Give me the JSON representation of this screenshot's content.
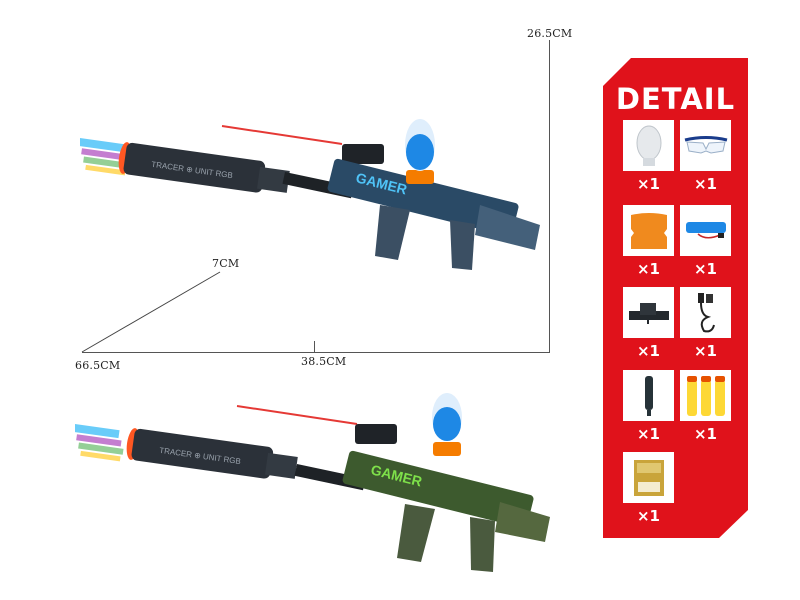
{
  "dimensions": {
    "height": "26.5CM",
    "depth": "7CM",
    "length_total": "66.5CM",
    "length_body": "38.5CM"
  },
  "products": [
    {
      "variant": "blue",
      "accent": "#3aa7d8",
      "graffiti_text": "GAMER",
      "silencer_text": "TRACER UNIT RGB"
    },
    {
      "variant": "green",
      "accent": "#6fd63a",
      "graffiti_text": "GAMER",
      "silencer_text": "TRACER UNIT RGB"
    }
  ],
  "detail_panel": {
    "title": "DETAIL",
    "color": "#e0121b",
    "items": [
      {
        "name": "gel ball bottle",
        "icon": "gel-bottle-icon",
        "qty": "×1"
      },
      {
        "name": "safety goggles",
        "icon": "goggles-icon",
        "qty": "×1"
      },
      {
        "name": "ammo hopper",
        "icon": "hopper-icon",
        "qty": "×1"
      },
      {
        "name": "battery pack",
        "icon": "battery-icon",
        "qty": "×1"
      },
      {
        "name": "laser sight",
        "icon": "laser-sight-icon",
        "qty": "×1"
      },
      {
        "name": "USB charging cable",
        "icon": "usb-cable-icon",
        "qty": "×1"
      },
      {
        "name": "cleaning rod",
        "icon": "rod-icon",
        "qty": "×1"
      },
      {
        "name": "foam darts",
        "icon": "darts-icon",
        "qty": "×1"
      },
      {
        "name": "gel ball pack",
        "icon": "gel-pack-icon",
        "qty": "×1"
      }
    ]
  }
}
